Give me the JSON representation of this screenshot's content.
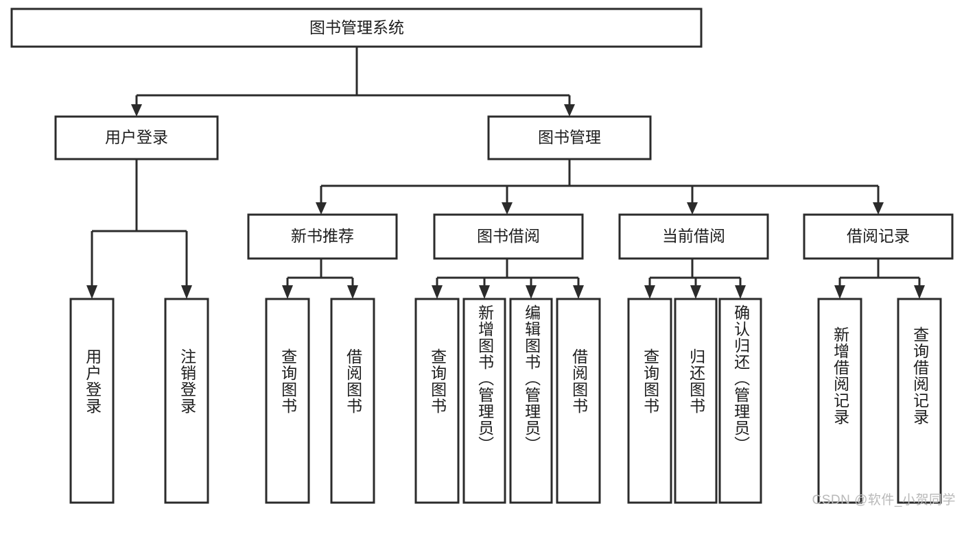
{
  "diagram": {
    "title": "图书管理系统",
    "type": "tree",
    "watermark": "CSDN @软件_小贺同学",
    "levels": {
      "root": {
        "label": "图书管理系统"
      },
      "level1": [
        {
          "id": "user-login",
          "label": "用户登录"
        },
        {
          "id": "book-management",
          "label": "图书管理"
        }
      ],
      "level2": [
        {
          "id": "new-book-recommend",
          "label": "新书推荐",
          "parent": "book-management"
        },
        {
          "id": "book-borrow",
          "label": "图书借阅",
          "parent": "book-management"
        },
        {
          "id": "current-borrow",
          "label": "当前借阅",
          "parent": "book-management"
        },
        {
          "id": "borrow-record",
          "label": "借阅记录",
          "parent": "book-management"
        }
      ],
      "leaves": [
        {
          "id": "leaf-user-login",
          "label": "用户登录",
          "parent": "user-login"
        },
        {
          "id": "leaf-logout",
          "label": "注销登录",
          "parent": "user-login"
        },
        {
          "id": "leaf-query-book-1",
          "label": "查询图书",
          "parent": "new-book-recommend"
        },
        {
          "id": "leaf-borrow-book-1",
          "label": "借阅图书",
          "parent": "new-book-recommend"
        },
        {
          "id": "leaf-query-book-2",
          "label": "查询图书",
          "parent": "book-borrow"
        },
        {
          "id": "leaf-add-book",
          "label": "新增图书（管理员）",
          "parent": "book-borrow"
        },
        {
          "id": "leaf-edit-book",
          "label": "编辑图书（管理员）",
          "parent": "book-borrow"
        },
        {
          "id": "leaf-borrow-book-2",
          "label": "借阅图书",
          "parent": "book-borrow"
        },
        {
          "id": "leaf-query-book-3",
          "label": "查询图书",
          "parent": "current-borrow"
        },
        {
          "id": "leaf-return-book",
          "label": "归还图书",
          "parent": "current-borrow"
        },
        {
          "id": "leaf-confirm-return",
          "label": "确认归还（管理员）",
          "parent": "current-borrow"
        },
        {
          "id": "leaf-add-record",
          "label": "新增借阅记录",
          "parent": "borrow-record"
        },
        {
          "id": "leaf-query-record",
          "label": "查询借阅记录",
          "parent": "borrow-record"
        }
      ]
    },
    "colors": {
      "stroke": "#2b2b2b",
      "fill": "#ffffff",
      "text": "#1d1d1d",
      "watermark": "#b9b9b9"
    }
  }
}
